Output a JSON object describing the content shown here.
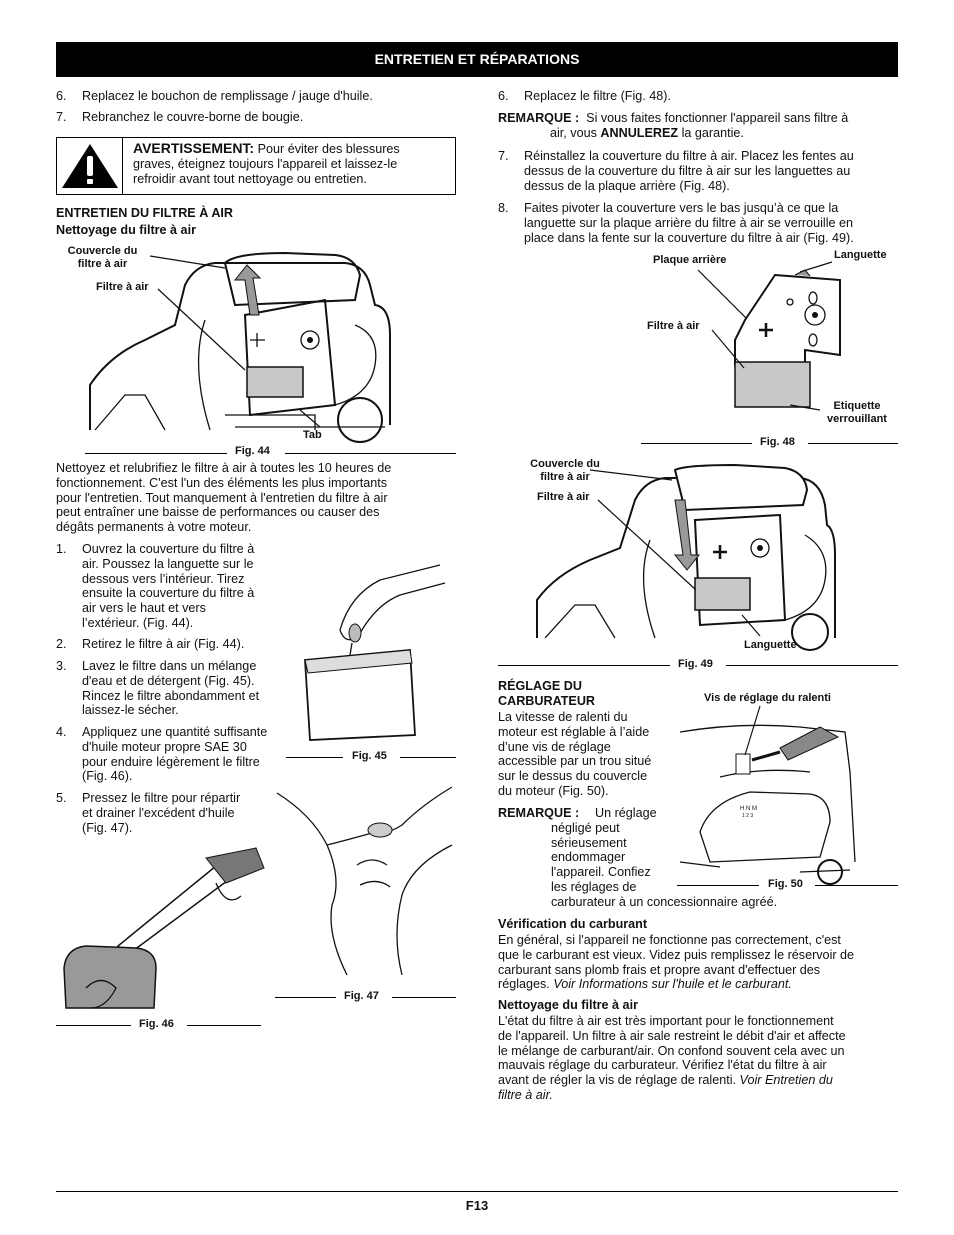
{
  "header": {
    "title": "ENTRETIEN ET RÉPARATIONS"
  },
  "left": {
    "step6": {
      "num": "6.",
      "text": "Replacez le bouchon de remplissage / jauge d'huile."
    },
    "step7": {
      "num": "7.",
      "text": "Rebranchez le couvre-borne de bougie."
    },
    "warning": {
      "label": "AVERTISSEMENT:",
      "line1": "Pour éviter des blessures",
      "line2": "graves, éteignez toujours l'appareil et laissez-le",
      "line3": "refroidir avant tout nettoyage ou entretien."
    },
    "section_title": "ENTRETIEN DU FILTRE À AIR",
    "section_subtitle": "Nettoyage du filtre à air",
    "fig44": {
      "callout1_l1": "Couvercle du",
      "callout1_l2": "filtre à air",
      "callout2": "Filtre à air",
      "callout3": "Tab",
      "caption": "Fig. 44"
    },
    "para": [
      "Nettoyez et relubrifiez le filtre à air à toutes les 10 heures de",
      "fonctionnement. C'est l'un des éléments les plus importants",
      "pour l'entretien. Tout manquement à l'entretien du filtre à air",
      "peut entraîner une baisse de performances ou causer des",
      "dégâts permanents à votre moteur."
    ],
    "steps": [
      {
        "num": "1.",
        "lines": [
          "Ouvrez la couverture du filtre à",
          "air. Poussez la languette sur le",
          "dessous vers l’intérieur. Tirez",
          "ensuite la couverture du filtre à",
          "air vers le haut et vers",
          "l’extérieur. (Fig. 44)."
        ]
      },
      {
        "num": "2.",
        "lines": [
          "Retirez le filtre à air (Fig. 44)."
        ]
      },
      {
        "num": "3.",
        "lines": [
          "Lavez le filtre dans un mélange",
          "d'eau et de détergent (Fig. 45).",
          "Rincez le filtre abondamment et",
          "laissez-le sécher."
        ]
      },
      {
        "num": "4.",
        "lines": [
          "Appliquez une quantité suffisante",
          "d'huile moteur propre SAE 30",
          "pour enduire légèrement le filtre",
          "(Fig. 46)."
        ]
      },
      {
        "num": "5.",
        "lines": [
          "Pressez le filtre pour répartir",
          "et drainer l'excédent d'huile",
          "(Fig. 47)."
        ]
      }
    ],
    "fig45": "Fig. 45",
    "fig46": "Fig. 46",
    "fig47": "Fig. 47"
  },
  "right": {
    "step6": {
      "num": "6.",
      "text": "Replacez le filtre (Fig. 48)."
    },
    "remarque1": {
      "label": "REMARQUE :",
      "line1": "Si vous faites fonctionner l'appareil sans filtre à",
      "line2_a": "air, vous",
      "line2_b": "ANNULEREZ",
      "line2_c": "la garantie."
    },
    "step7": {
      "num": "7.",
      "lines": [
        "Réinstallez la couverture du filtre à air. Placez les fentes au",
        "dessus de la couverture du filtre à air sur les languettes au",
        "dessus de la plaque arrière (Fig. 48)."
      ]
    },
    "step8": {
      "num": "8.",
      "lines": [
        "Faites pivoter la couverture vers le bas jusqu’à ce que la",
        "languette sur la plaque arrière du filtre à air se verrouille en",
        "place dans la fente sur la couverture du filtre à air (Fig. 49)."
      ]
    },
    "fig48": {
      "plaque": "Plaque arrière",
      "languette": "Languette",
      "filtre": "Filtre à air",
      "etiquette_l1": "Etiquette",
      "etiquette_l2": "verrouillant",
      "caption": "Fig. 48"
    },
    "fig49": {
      "couvercle_l1": "Couvercle du",
      "couvercle_l2": "filtre à air",
      "filtre": "Filtre à air",
      "languette": "Languette",
      "caption": "Fig. 49"
    },
    "reglage": {
      "title_l1": "RÉGLAGE DU",
      "title_l2": "CARBURATEUR",
      "lines": [
        "La vitesse de ralenti du",
        "moteur est réglable à l’aide",
        "d’une vis de réglage",
        "accessible par un trou situé",
        "sur le dessus du couvercle",
        "du moteur (Fig. 50)."
      ],
      "remarque_label": "REMARQUE :",
      "remarque_lines": [
        "Un réglage",
        "négligé peut",
        "sérieusement",
        "endommager",
        "l'appareil. Confiez",
        "les réglages de"
      ],
      "remarque_last": "carburateur à un concessionnaire agréé."
    },
    "fig50": {
      "label": "Vis de réglage du ralenti",
      "caption": "Fig. 50"
    },
    "verif": {
      "title": "Vérification du carburant",
      "lines": [
        "En général, si l'appareil ne fonctionne pas correctement, c'est",
        "que le carburant est vieux. Videz puis remplissez le réservoir de",
        "carburant sans plomb frais et propre avant d'effectuer des"
      ],
      "last_a": "réglages.",
      "last_b": "Voir Informations sur l'huile et le carburant."
    },
    "nettoyage": {
      "title": "Nettoyage du filtre à air",
      "lines": [
        "L'état du filtre à air est très important pour le fonctionnement",
        "de l'appareil. Un filtre à air sale restreint le débit d'air et affecte",
        "le mélange de carburant/air. On confond souvent cela avec un",
        "mauvais réglage du carburateur. Vérifiez l'état du filtre à air"
      ],
      "line5_a": "avant de régler la vis de réglage de ralenti.",
      "line5_b": "Voir Entretien du",
      "line6": "filtre à air."
    }
  },
  "footer": {
    "page": "F13"
  }
}
